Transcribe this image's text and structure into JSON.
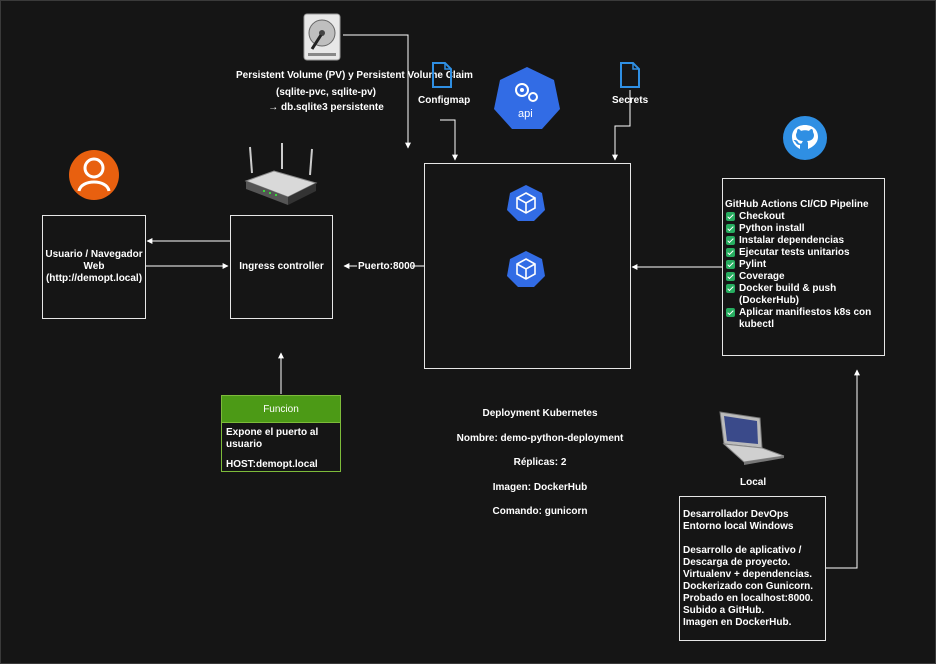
{
  "volume": {
    "line1": "Persistent Volume (PV) y Persistent Volume Claim",
    "line2": "(sqlite-pvc, sqlite-pv)",
    "line3": "→ db.sqlite3 persistente"
  },
  "configmap_label": "Configmap",
  "secrets_label": "Secrets",
  "api_label": "api",
  "user_box": {
    "line1": "Usuario / Navegador",
    "line2": "Web",
    "line3": "(http://demopt.local)"
  },
  "ingress_box": "Ingress controller",
  "port_label": "Puerto:8000",
  "function": {
    "title": "Funcion",
    "line1": "Expone el puerto al usuario",
    "line2": "HOST:demopt.local"
  },
  "deployment": {
    "title": "Deployment Kubernetes",
    "name": "Nombre: demo-python-deployment",
    "replicas": "Réplicas: 2",
    "image": "Imagen: DockerHub",
    "command": "Comando: gunicorn"
  },
  "pipeline": {
    "title": "GitHub Actions CI/CD Pipeline",
    "steps": [
      "Checkout",
      "Python install",
      "Instalar dependencias",
      "Ejecutar tests unitarios",
      "Pylint",
      "Coverage",
      "Docker build & push (DockerHub)",
      "Aplicar manifiestos k8s con kubectl"
    ]
  },
  "local_label": "Local",
  "dev_box": {
    "line1": "Desarrollador DevOps",
    "line2": "Entorno local Windows",
    "line3": "Desarrollo de aplicativo /",
    "line4": "Descarga de proyecto.",
    "line5": "Virtualenv + dependencias.",
    "line6": "Dockerizado con Gunicorn.",
    "line7": "Probado en localhost:8000.",
    "line8": "Subido a GitHub.",
    "line9": "Imagen en DockerHub."
  },
  "colors": {
    "background": "#151515",
    "k8s_blue": "#326ce5",
    "file_blue": "#2f8fe3",
    "user_orange": "#e8600f",
    "func_green": "#4c9a16",
    "check_green": "#27ae60"
  },
  "icons": [
    "hard-disk-icon",
    "configmap-file-icon",
    "secrets-file-icon",
    "kubernetes-api-icon",
    "user-icon",
    "router-icon",
    "pod-cube-icon",
    "github-icon",
    "laptop-icon",
    "check-icon"
  ]
}
